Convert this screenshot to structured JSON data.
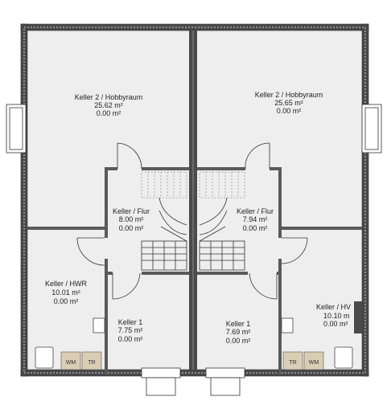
{
  "rooms": [
    {
      "name": "Keller 2 / Hobbyraum",
      "area_m2": "25.62 m²",
      "flooring_m2": "0.00 m²"
    },
    {
      "name": "Keller 2 / Hobbyraum",
      "area_m2": "25.65 m²",
      "flooring_m2": "0.00 m²"
    },
    {
      "name": "Keller / Flur",
      "area_m2": "8.00 m²",
      "flooring_m2": "0.00 m²"
    },
    {
      "name": "Keller / Flur",
      "area_m2": "7.94 m²",
      "flooring_m2": "0.00 m²"
    },
    {
      "name": "Keller / HWR",
      "area_m2": "10.01 m²",
      "flooring_m2": "0.00 m²"
    },
    {
      "name": "Keller 1",
      "area_m2": "7.75 m²",
      "flooring_m2": "0.00 m²"
    },
    {
      "name": "Keller 1",
      "area_m2": "7.69 m²",
      "flooring_m2": "0.00 m²"
    },
    {
      "name": "Keller / HV",
      "area_m2": "10.10 m",
      "flooring_m2": "0.00 m²"
    }
  ],
  "appliances": {
    "left": [
      {
        "label": "WM"
      },
      {
        "label": "TR"
      }
    ],
    "right": [
      {
        "label": "TR"
      },
      {
        "label": "WM"
      }
    ]
  },
  "colors": {
    "wall": "#4a4a4a",
    "wall_edge": "#2e2e2e",
    "floor": "#eeeeee",
    "appliance": "#d9cdb4",
    "stair_line": "#333333"
  }
}
